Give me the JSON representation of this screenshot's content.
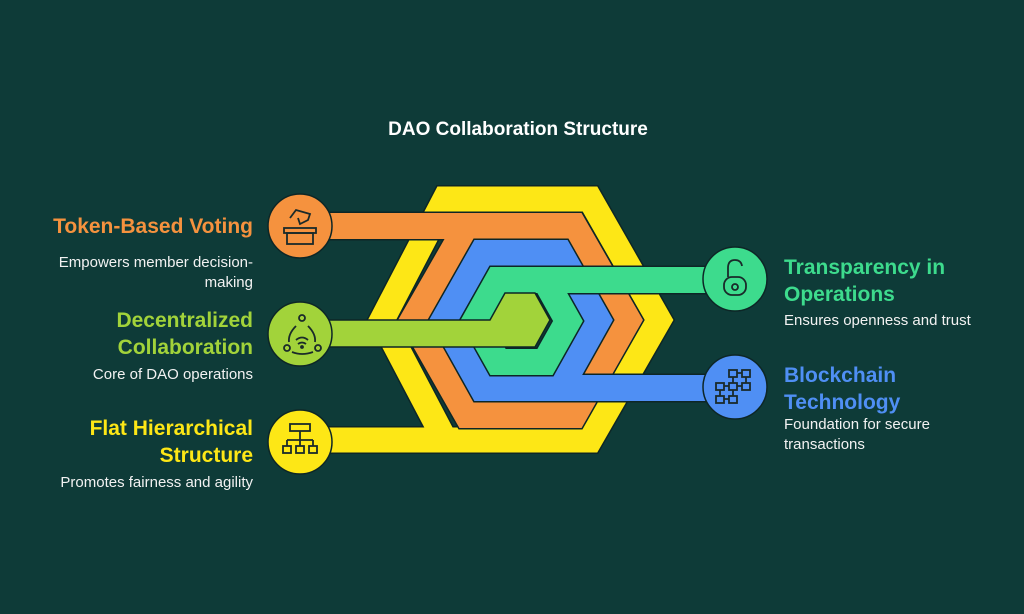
{
  "title": "DAO Collaboration Structure",
  "colors": {
    "background": "#0e3b38",
    "orange": "#f5923e",
    "yellow": "#fde716",
    "lime": "#a2d33a",
    "green": "#3ddb8d",
    "blue": "#4f8ff4",
    "outline": "#0d2626"
  },
  "items": [
    {
      "label_lines": [
        "Token-Based Voting"
      ],
      "desc_lines": [
        "Empowers member decision-",
        "making"
      ],
      "icon": "ballot-box-icon"
    },
    {
      "label_lines": [
        "Decentralized",
        "Collaboration"
      ],
      "desc_lines": [
        "Core of DAO operations"
      ],
      "icon": "network-icon"
    },
    {
      "label_lines": [
        "Flat Hierarchical",
        "Structure"
      ],
      "desc_lines": [
        "Promotes fairness and agility"
      ],
      "icon": "org-chart-icon"
    },
    {
      "label_lines": [
        "Transparency in",
        "Operations"
      ],
      "desc_lines": [
        "Ensures openness and trust"
      ],
      "icon": "unlock-icon"
    },
    {
      "label_lines": [
        "Blockchain",
        "Technology"
      ],
      "desc_lines": [
        "Foundation for secure",
        "transactions"
      ],
      "icon": "blockchain-icon"
    }
  ]
}
